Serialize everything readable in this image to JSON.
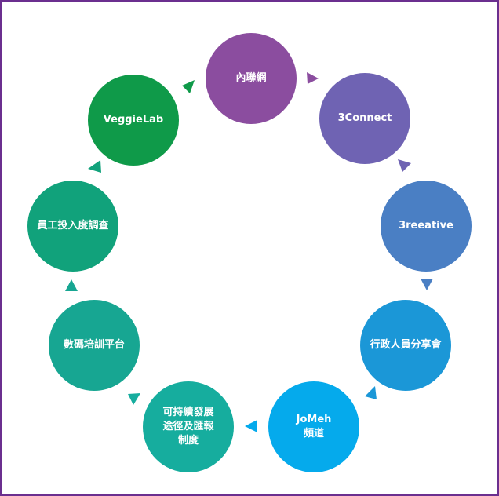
{
  "nodes": [
    {
      "id": "intranet",
      "label": "內聯網",
      "color": "#8b4d9f"
    },
    {
      "id": "3connect",
      "label": "3Connect",
      "color": "#6f63b3"
    },
    {
      "id": "3reeative",
      "label": "3reeative",
      "color": "#4a7fc4"
    },
    {
      "id": "admin-sharing",
      "label": "行政人員分享會",
      "color": "#1b97d7"
    },
    {
      "id": "jomeh",
      "label": "JoMeh\n頻道",
      "color": "#05aaec"
    },
    {
      "id": "career-path",
      "label": "可持續發展\n途徑及匯報\n制度",
      "color": "#16ad9e"
    },
    {
      "id": "digital-training",
      "label": "數碼培訓平台",
      "color": "#17a692"
    },
    {
      "id": "engagement",
      "label": "員工投入度調查",
      "color": "#11a27b"
    },
    {
      "id": "veggielab",
      "label": "VeggieLab",
      "color": "#0f9a49"
    }
  ]
}
